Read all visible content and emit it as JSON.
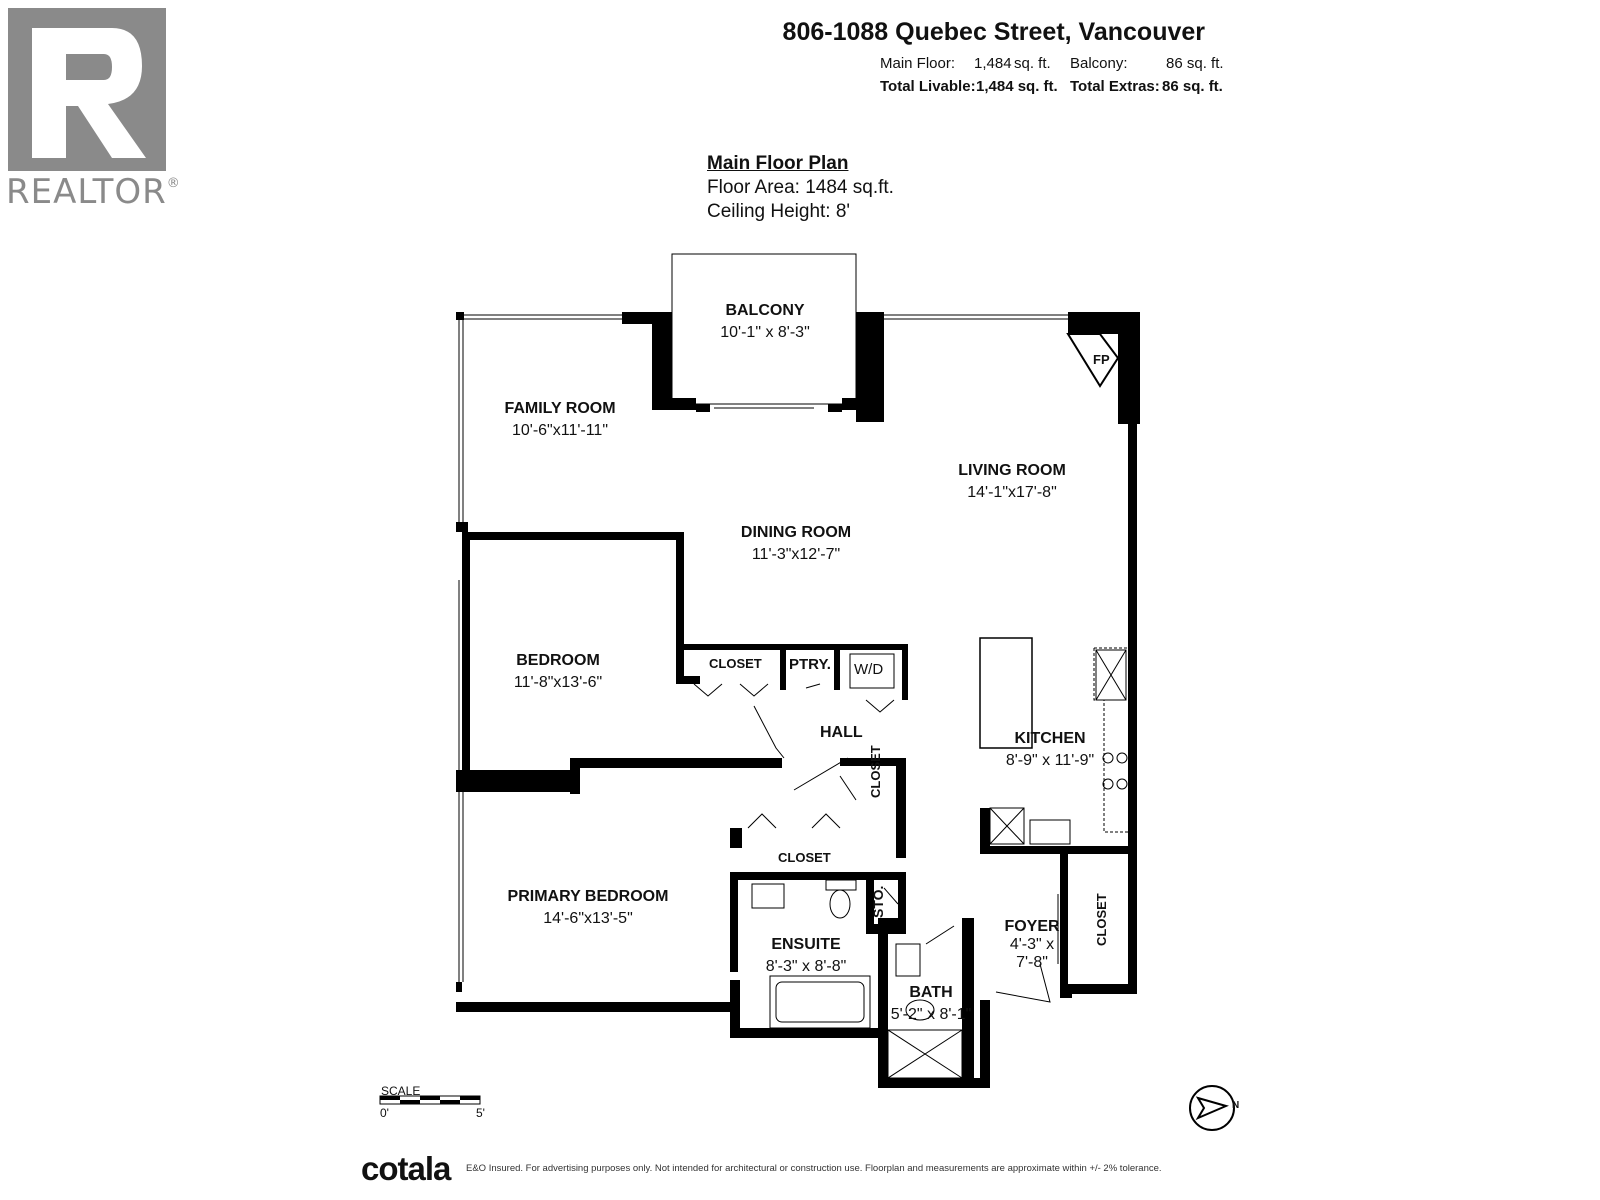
{
  "logo": {
    "name": "realtor-logo",
    "word": "REALTOR",
    "mark": "®"
  },
  "header": {
    "address": "806-1088 Quebec Street, Vancouver",
    "main_floor_label": "Main Floor:",
    "main_floor_value": "1,484",
    "main_floor_unit": "sq. ft.",
    "balcony_label": "Balcony:",
    "balcony_value": "86 sq. ft.",
    "total_livable_label": "Total Livable:",
    "total_livable_value": "1,484 sq. ft.",
    "total_extras_label": "Total Extras:",
    "total_extras_value": "86 sq. ft."
  },
  "plan": {
    "title": "Main Floor Plan",
    "floor_area": "Floor Area: 1484 sq.ft.",
    "ceiling_height": "Ceiling Height: 8'"
  },
  "rooms": {
    "balcony": {
      "name": "BALCONY",
      "dims": "10'-1\" x 8'-3\""
    },
    "family_room": {
      "name": "FAMILY ROOM",
      "dims": "10'-6\"x11'-11\""
    },
    "living_room": {
      "name": "LIVING ROOM",
      "dims": "14'-1\"x17'-8\""
    },
    "dining_room": {
      "name": "DINING ROOM",
      "dims": "11'-3\"x12'-7\""
    },
    "bedroom": {
      "name": "BEDROOM",
      "dims": "11'-8\"x13'-6\""
    },
    "kitchen": {
      "name": "KITCHEN",
      "dims": "8'-9\" x 11'-9\""
    },
    "primary_bedroom": {
      "name": "PRIMARY BEDROOM",
      "dims": "14'-6\"x13'-5\""
    },
    "ensuite": {
      "name": "ENSUITE",
      "dims": "8'-3\" x 8'-8\""
    },
    "foyer": {
      "name": "FOYER",
      "dims_1": "4'-3\" x",
      "dims_2": "7'-8\""
    },
    "bath": {
      "name": "BATH",
      "dims": "5'-2\" x 8'-1\""
    }
  },
  "labels": {
    "fp": "FP",
    "closet_hall": "CLOSET",
    "ptry": "PTRY.",
    "wd": "W/D",
    "hall": "HALL",
    "closet_primary_side": "CLOSET",
    "closet_primary": "CLOSET",
    "sto": "STO.",
    "closet_foyer": "CLOSET"
  },
  "scale": {
    "label": "SCALE",
    "start": "0'",
    "end": "5'"
  },
  "compass": {
    "letter": "N"
  },
  "footer": {
    "brand": "cotala",
    "disclaimer": "E&O Insured. For advertising purposes only. Not intended for architectural or construction use. Floorplan and measurements are approximate within +/- 2% tolerance."
  }
}
